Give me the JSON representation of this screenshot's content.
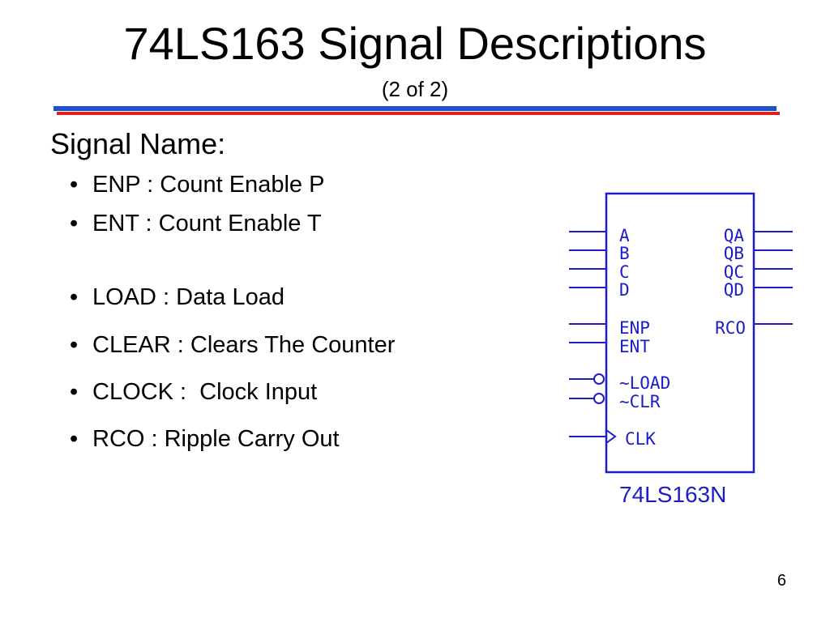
{
  "slide": {
    "title": "74LS163 Signal Descriptions",
    "subtitle": "(2 of 2)",
    "heading": "Signal Name:",
    "bullets": [
      "ENP : Count Enable P",
      "ENT : Count Enable T",
      "LOAD : Data Load",
      "CLEAR : Clears The Counter",
      "CLOCK :  Clock Input",
      "RCO : Ripple Carry Out"
    ],
    "page_number": "6"
  },
  "chip": {
    "part_number": "74LS163N",
    "left_pins": [
      "A",
      "B",
      "C",
      "D",
      "ENP",
      "ENT",
      "~LOAD",
      "~CLR",
      "CLK"
    ],
    "right_pins": [
      "QA",
      "QB",
      "QC",
      "QD",
      "RCO"
    ],
    "colors": {
      "line": "#1c1cc8",
      "rule_blue": "#1f4fd1",
      "rule_red": "#e0201a"
    }
  }
}
